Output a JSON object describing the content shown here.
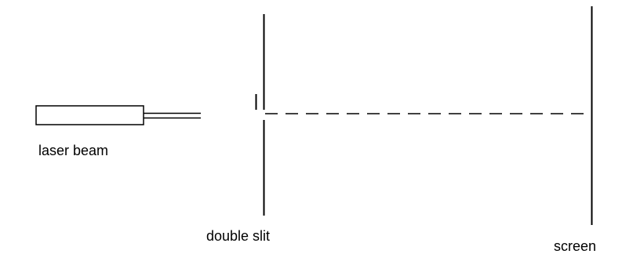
{
  "labels": {
    "laser": "laser beam",
    "slit": "double slit",
    "screen": "screen"
  },
  "colors": {
    "line": "#000000",
    "background": "#ffffff"
  }
}
